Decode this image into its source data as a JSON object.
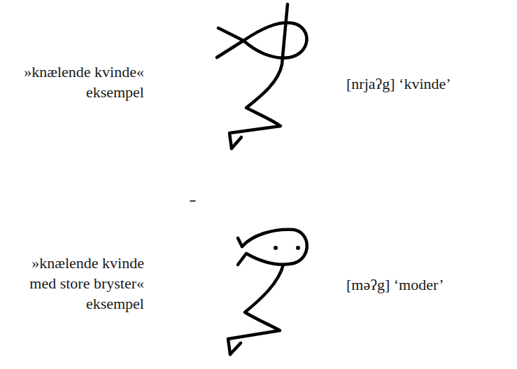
{
  "diagram": {
    "labels": [
      "»knælende kvinde« eksempel",
      "[nrjaʔg] ‘kvinde’",
      "»knælende kvinde med store bryster« eksempel",
      "[məʔg] ‘moder’"
    ]
  }
}
